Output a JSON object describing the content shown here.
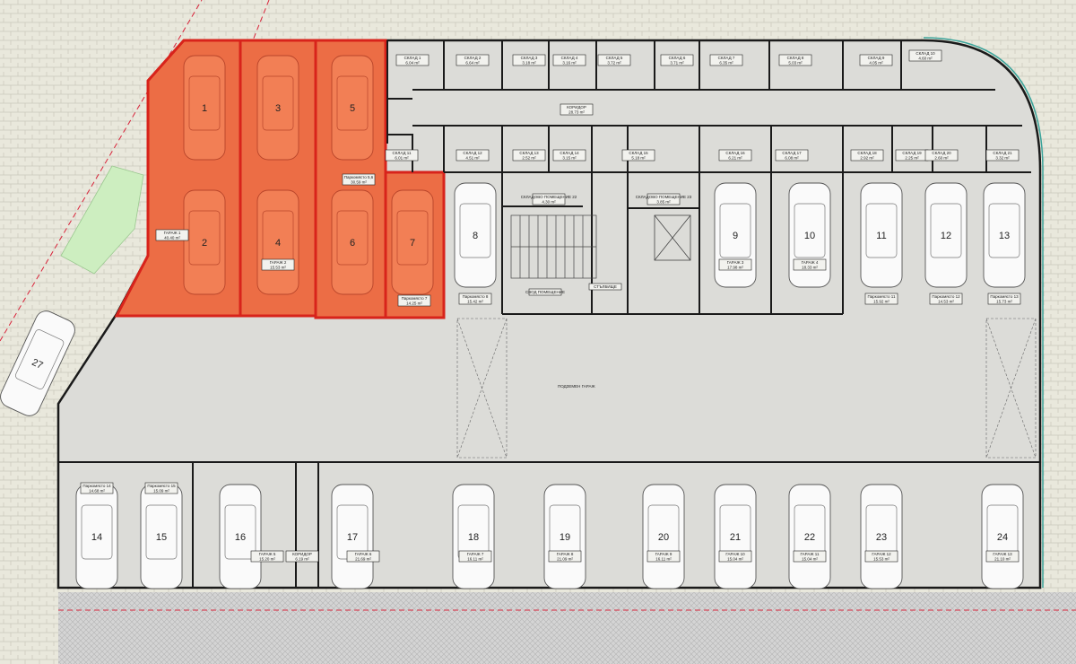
{
  "title": "ПОДЗЕМЕН ГАРАЖ",
  "colors": {
    "highlight_fill": "#ec6d45",
    "highlight_stroke": "#d8231b",
    "floor": "#dcdcd8",
    "ground": "#e9e8dc",
    "wall": "#1a1a1a",
    "column": "#e0a0a0",
    "green_area": "#cdeec0",
    "facade": "#3aa39a"
  },
  "corridor_top": {
    "name": "КОРИДОР",
    "area": "28.73 m²"
  },
  "storages": [
    {
      "name": "СКЛАД 1",
      "area": "6.04 m²"
    },
    {
      "name": "СКЛАД 2",
      "area": "6.64 m²"
    },
    {
      "name": "СКЛАД 3",
      "area": "3.18 m²"
    },
    {
      "name": "СКЛАД 4",
      "area": "3.16 m²"
    },
    {
      "name": "СКЛАД 5",
      "area": "3.72 m²"
    },
    {
      "name": "СКЛАД 6",
      "area": "3.71 m²"
    },
    {
      "name": "СКЛАД 7",
      "area": "6.35 m²"
    },
    {
      "name": "СКЛАД 8",
      "area": "5.03 m²"
    },
    {
      "name": "СКЛАД 9",
      "area": "4.05 m²"
    },
    {
      "name": "СКЛАД 10",
      "area": "4.60 m²"
    },
    {
      "name": "СКЛАД 11",
      "area": "6.01 m²"
    },
    {
      "name": "СКЛАД 12",
      "area": "4.51 m²"
    },
    {
      "name": "СКЛАД 13",
      "area": "2.52 m²"
    },
    {
      "name": "СКЛАД 14",
      "area": "3.15 m²"
    },
    {
      "name": "СКЛАД 15",
      "area": "5.18 m²"
    },
    {
      "name": "СКЛАД 16",
      "area": "6.21 m²"
    },
    {
      "name": "СКЛАД 17",
      "area": "6.08 m²"
    },
    {
      "name": "СКЛАД 18",
      "area": "2.92 m²"
    },
    {
      "name": "СКЛАД 19",
      "area": "2.25 m²"
    },
    {
      "name": "СКЛАД 20",
      "area": "2.60 m²"
    },
    {
      "name": "СКЛАД 21",
      "area": "3.32 m²"
    }
  ],
  "rooms": [
    {
      "name": "СКЛАДОВО ПОМЕЩЕНИЕ 22",
      "area": "4.30 m²"
    },
    {
      "name": "СКЛАДОВО ПОМЕЩЕНИЕ 23",
      "area": "3.85 m²"
    },
    {
      "name": "СВОД ПОМЕЩЕНИЕ",
      "area": ""
    },
    {
      "name": "СТЪЛБИЩЕ",
      "area": ""
    },
    {
      "name": "КОРИДОР",
      "area": "6.19 m²"
    }
  ],
  "spots": [
    {
      "number": "1",
      "highlighted": true,
      "label": "",
      "area": ""
    },
    {
      "number": "2",
      "highlighted": true,
      "label": "ГАРАЖ 1",
      "area": "40.40 m²"
    },
    {
      "number": "3",
      "highlighted": true,
      "label": "",
      "area": ""
    },
    {
      "number": "4",
      "highlighted": true,
      "label": "ГАРАЖ 2",
      "area": "15.53 m²"
    },
    {
      "number": "5",
      "highlighted": true,
      "label": "",
      "area": ""
    },
    {
      "number": "6",
      "highlighted": true,
      "label": "Паркомясто 5,6",
      "area": "30.59 m²"
    },
    {
      "number": "7",
      "highlighted": true,
      "label": "Паркомясто 7",
      "area": "14.25 m²"
    },
    {
      "number": "8",
      "highlighted": false,
      "label": "Паркомясто 8",
      "area": "15.42 m²"
    },
    {
      "number": "9",
      "highlighted": false,
      "label": "ГАРАЖ 3",
      "area": "17.98 m²"
    },
    {
      "number": "10",
      "highlighted": false,
      "label": "ГАРАЖ 4",
      "area": "18.33 m²"
    },
    {
      "number": "11",
      "highlighted": false,
      "label": "Паркомясто 11",
      "area": "15.92 m²"
    },
    {
      "number": "12",
      "highlighted": false,
      "label": "Паркомясто 12",
      "area": "14.53 m²"
    },
    {
      "number": "13",
      "highlighted": false,
      "label": "Паркомясто 13",
      "area": "15.73 m²"
    },
    {
      "number": "14",
      "highlighted": false,
      "label": "Паркомясто 14",
      "area": "14.68 m²"
    },
    {
      "number": "15",
      "highlighted": false,
      "label": "Паркомясто 15",
      "area": "15.09 m²"
    },
    {
      "number": "16",
      "highlighted": false,
      "label": "ГАРАЖ 5",
      "area": "15.20 m²"
    },
    {
      "number": "17",
      "highlighted": false,
      "label": "ГАРАЖ 6",
      "area": "21.69 m²"
    },
    {
      "number": "18",
      "highlighted": false,
      "label": "ГАРАЖ 7",
      "area": "16.11 m²"
    },
    {
      "number": "19",
      "highlighted": false,
      "label": "ГАРАЖ 8",
      "area": "21.09 m²"
    },
    {
      "number": "20",
      "highlighted": false,
      "label": "ГАРАЖ 9",
      "area": "16.11 m²"
    },
    {
      "number": "21",
      "highlighted": false,
      "label": "ГАРАЖ 10",
      "area": "15.04 m²"
    },
    {
      "number": "22",
      "highlighted": false,
      "label": "ГАРАЖ 11",
      "area": "15.04 m²"
    },
    {
      "number": "23",
      "highlighted": false,
      "label": "ГАРАЖ 12",
      "area": "15.53 m²"
    },
    {
      "number": "24",
      "highlighted": false,
      "label": "ГАРАЖ 13",
      "area": "21.10 m²"
    },
    {
      "number": "27",
      "highlighted": false,
      "label": "",
      "area": ""
    }
  ]
}
